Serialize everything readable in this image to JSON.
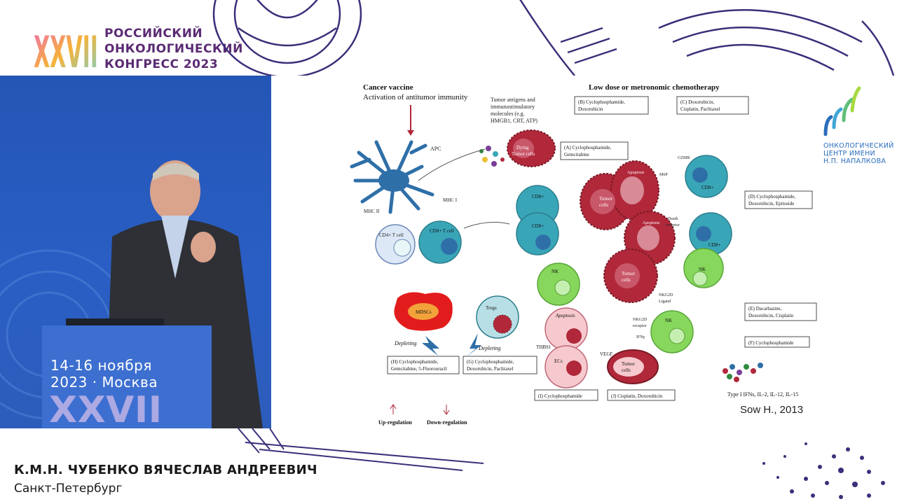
{
  "header": {
    "logo_text": "XXVII",
    "congress_lines": [
      "РОССИЙСКИЙ",
      "ОНКОЛОГИЧЕСКИЙ",
      "КОНГРЕСС 2023"
    ]
  },
  "video": {
    "stage_dates": "14-16 ноября",
    "stage_city": "2023 · Москва",
    "stage_logo": "XXVII"
  },
  "slide": {
    "left_title": "Cancer vaccine",
    "left_subtitle": "Activation of antitumor immunity",
    "right_title": "Low dose  or metronomic chemotherapy",
    "tumor_antigens": [
      "Tumor antigens and",
      "immunostimulatory",
      "molecules (e.g.",
      "HMGB1, CRT, ATP)"
    ],
    "boxes": {
      "A": [
        "(A) Cyclophosphamide,",
        "Gemcitabine"
      ],
      "B": [
        "(B) Cyclophosphamide,",
        "Doxorubicin"
      ],
      "C": [
        "(C) Doxorubicin,",
        "Cisplatin, Paclitaxel"
      ],
      "D": [
        "(D) Cyclophosphamide,",
        "Doxorubicin, Epitoside"
      ],
      "E": [
        "(E) Dacarbazine,",
        "Doxorubicin, Cisplatin"
      ],
      "F": [
        "(F) Cyclophosphamide"
      ],
      "G": [
        "(G) Cyclophosphamide,",
        "Doxorubicin, Paclitaxel"
      ],
      "H": [
        "(H) Cyclophosphamide,",
        "Gemcitabine,  5-Fluorouracil"
      ],
      "I": [
        "(I) Cyclophosphamide"
      ],
      "J": [
        "(J) Cisplatin, Doxorubicin"
      ]
    },
    "labels": {
      "apc": "APC",
      "mhc2": "MHC II",
      "mhc1": "MHC I",
      "cd4": "CD4+ T cell",
      "cd8t": "CD8+ T cell",
      "dying_tumor": [
        "Dying",
        "Tumor cells"
      ],
      "cd8": "CD8+",
      "tumor_cells": [
        "Tumor",
        "cells"
      ],
      "apoptosis": "Apoptosis",
      "m6p": "M6P",
      "gzmb": "GZMB",
      "death_receptor": [
        "Death",
        "receptor"
      ],
      "nk": "NK",
      "nkg2d_ligand": [
        "NKG2D",
        "Ligand"
      ],
      "nkg2d_receptor": [
        "NKG2D",
        "receptor"
      ],
      "ifn": "IFNγ",
      "mdscs": "MDSCs",
      "tregs": "Tregs",
      "depleting": "Depleting",
      "thbs1": "THBS1",
      "ecs": "ECs",
      "vegf": "VEGF",
      "type1": "Type I IFNs, IL-2, IL-12, IL-15",
      "up": "Up-regulation",
      "down": "Down-regulation"
    }
  },
  "citation": "Sow H., 2013",
  "onco_center": [
    "ОНКОЛОГИЧЕСКИЙ",
    "ЦЕНТР ИМЕНИ",
    "Н.П. НАПАЛКОВА"
  ],
  "speaker": {
    "name": "К.М.Н. ЧУБЕНКО ВЯЧЕСЛАВ АНДРЕЕВИЧ",
    "city": "Санкт-Петербург"
  },
  "colors": {
    "brand_purple": "#5a2b73",
    "stage_blue": "#2a5ec4",
    "tumor_red": "#b0283a",
    "cell_teal": "#39a6b8",
    "nk_green": "#86d75c"
  }
}
